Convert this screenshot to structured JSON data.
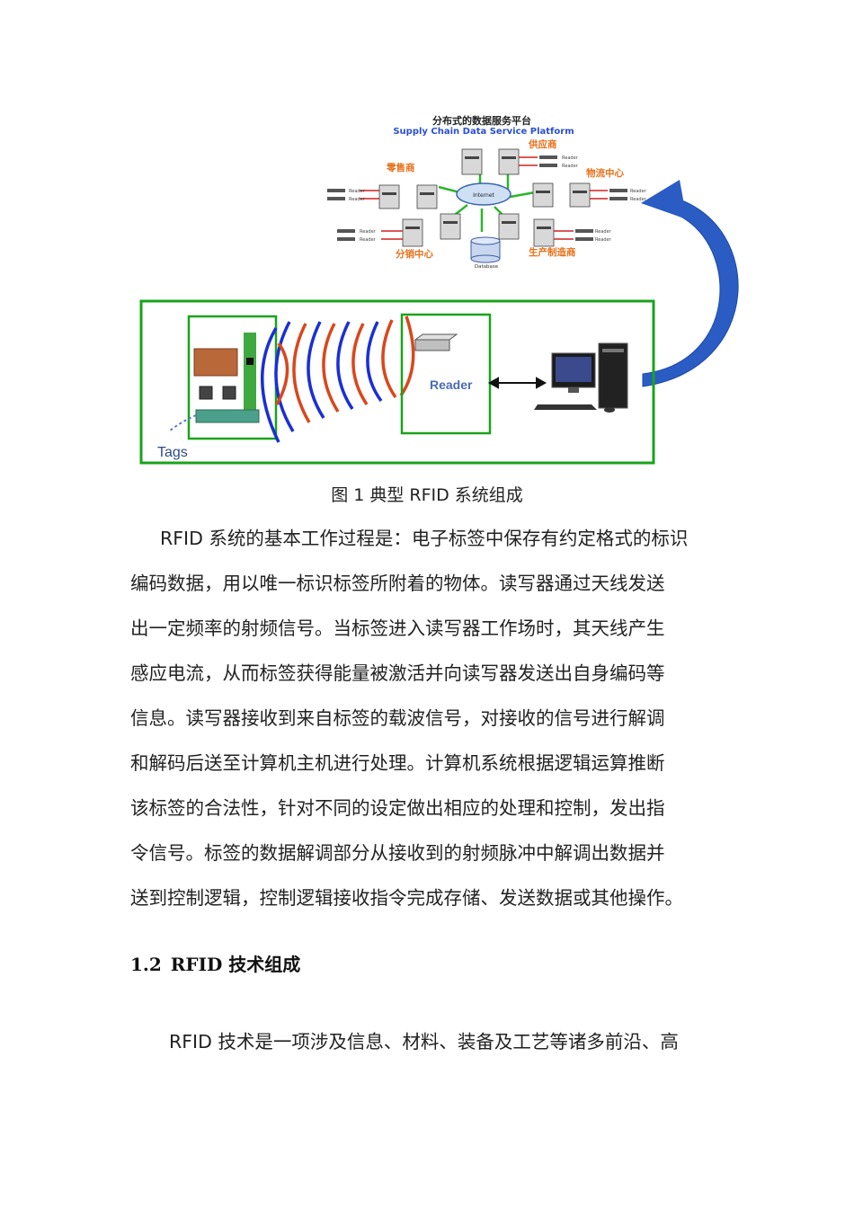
{
  "figure": {
    "platform_title_cn": "分布式的数据服务平台",
    "platform_title_en": "Supply Chain Data Service Platform",
    "internet_label": "Internet",
    "database_label": "Database",
    "reader_small_label": "Reader",
    "node_labels": {
      "supplier": "供应商",
      "retailer": "零售商",
      "logistics": "物流中心",
      "distribution": "分销中心",
      "manufacturer": "生产制造商"
    },
    "reader_label": "Reader",
    "tags_label": "Tags",
    "colors": {
      "signal_blue": "#1a2fd6",
      "signal_orange": "#d9471c",
      "frame_green": "#1aa31a",
      "arrow_blue": "#2a5cc4",
      "node_label_orange": "#e8701a"
    }
  },
  "caption": "图 1  典型 RFID 系统组成",
  "paragraph_lines": [
    "RFID 系统的基本工作过程是：电子标签中保存有约定格式的标识",
    "编码数据，用以唯一标识标签所附着的物体。读写器通过天线发送",
    "出一定频率的射频信号。当标签进入读写器工作场时，其天线产生",
    "感应电流，从而标签获得能量被激活并向读写器发送出自身编码等",
    "信息。读写器接收到来自标签的载波信号，对接收的信号进行解调",
    "和解码后送至计算机主机进行处理。计算机系统根据逻辑运算推断",
    "该标签的合法性，针对不同的设定做出相应的处理和控制，发出指",
    "令信号。标签的数据解调部分从接收到的射频脉冲中解调出数据并",
    "送到控制逻辑，控制逻辑接收指令完成存储、发送数据或其他操作。"
  ],
  "section": {
    "number": "1.2",
    "title": "RFID 技术组成"
  },
  "next_paragraph_line": "RFID 技术是一项涉及信息、材料、装备及工艺等诸多前沿、高"
}
